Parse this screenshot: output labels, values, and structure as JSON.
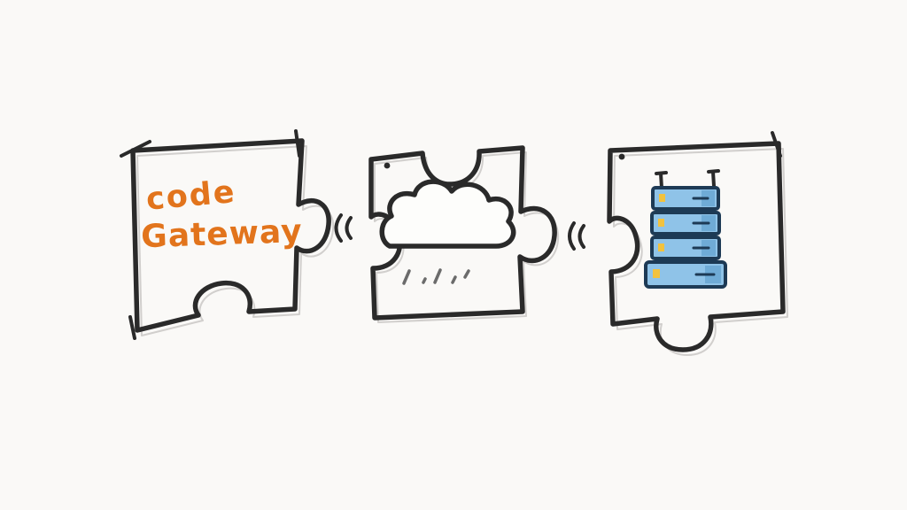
{
  "canvas": {
    "background": "#faf9f7"
  },
  "diagram": {
    "description": "hand-drawn sketch of three interlocking puzzle pieces",
    "pieces": [
      {
        "name": "puzzle-piece-code-gateway",
        "label": {
          "line1": "code",
          "line2": "Gateway"
        }
      },
      {
        "name": "puzzle-piece-cloud",
        "icon": "cloud-icon"
      },
      {
        "name": "puzzle-piece-servers",
        "icon": "server-stack-icon"
      }
    ],
    "icons": [
      "cloud-icon",
      "rain-marks-icon",
      "server-stack-icon"
    ],
    "colors": {
      "paper": "#faf9f7",
      "stroke": "#2a2a2a",
      "accent_orange": "#e2741c",
      "server_blue": "#8fc3e8",
      "server_blue_dark": "#4a8fc0",
      "server_outline": "#1d3a55",
      "led_yellow": "#f2c23e",
      "rain_gray": "#6b6b6b"
    }
  }
}
